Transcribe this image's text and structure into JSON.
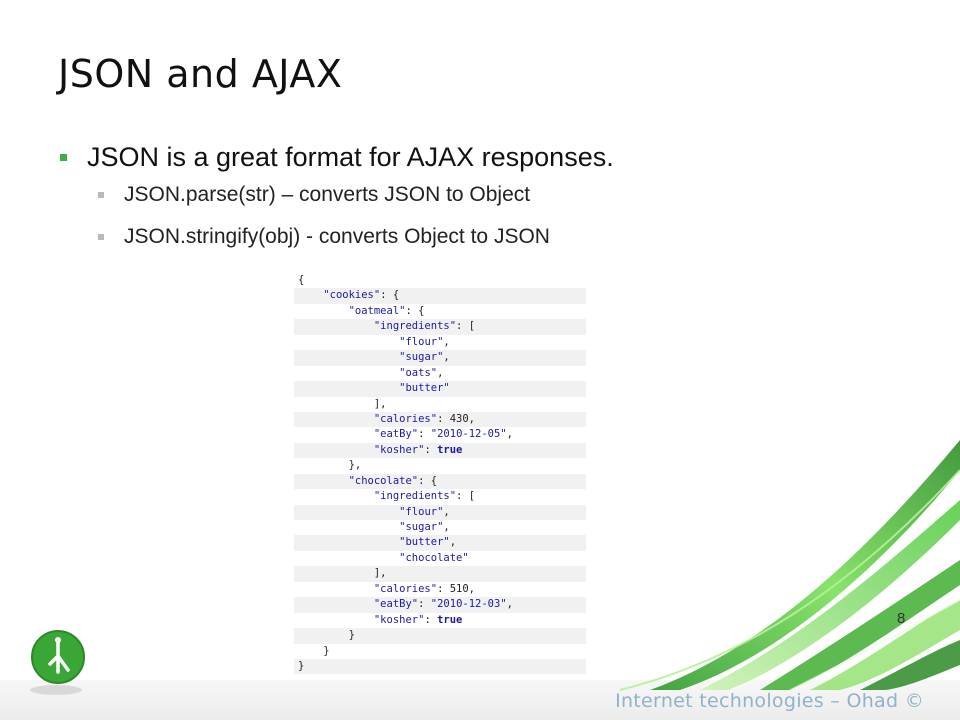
{
  "slide": {
    "title": "JSON and AJAX",
    "bullets": {
      "main": "JSON is a great format for AJAX responses.",
      "sub1": "JSON.parse(str) – converts JSON to Object",
      "sub2": "JSON.stringify(obj) - converts Object to JSON"
    },
    "page_number": "8",
    "footer": "Internet  technologies – Ohad ©"
  },
  "code_lines": [
    "{",
    "    \"cookies\": {",
    "        \"oatmeal\": {",
    "            \"ingredients\": [",
    "                \"flour\",",
    "                \"sugar\",",
    "                \"oats\",",
    "                \"butter\"",
    "            ],",
    "            \"calories\": 430,",
    "            \"eatBy\": \"2010-12-05\",",
    "            \"kosher\": true",
    "        },",
    "        \"chocolate\": {",
    "            \"ingredients\": [",
    "                \"flour\",",
    "                \"sugar\",",
    "                \"butter\",",
    "                \"chocolate\"",
    "            ],",
    "            \"calories\": 510,",
    "            \"eatBy\": \"2010-12-03\",",
    "            \"kosher\": true",
    "        }",
    "    }",
    "}"
  ],
  "colors": {
    "bullet_main": "#3cb043",
    "bullet_sub": "#b9b9b9",
    "code_string": "#1a1aa6",
    "footer_text": "#8fb3c8",
    "accent_green": "#3cb043"
  }
}
